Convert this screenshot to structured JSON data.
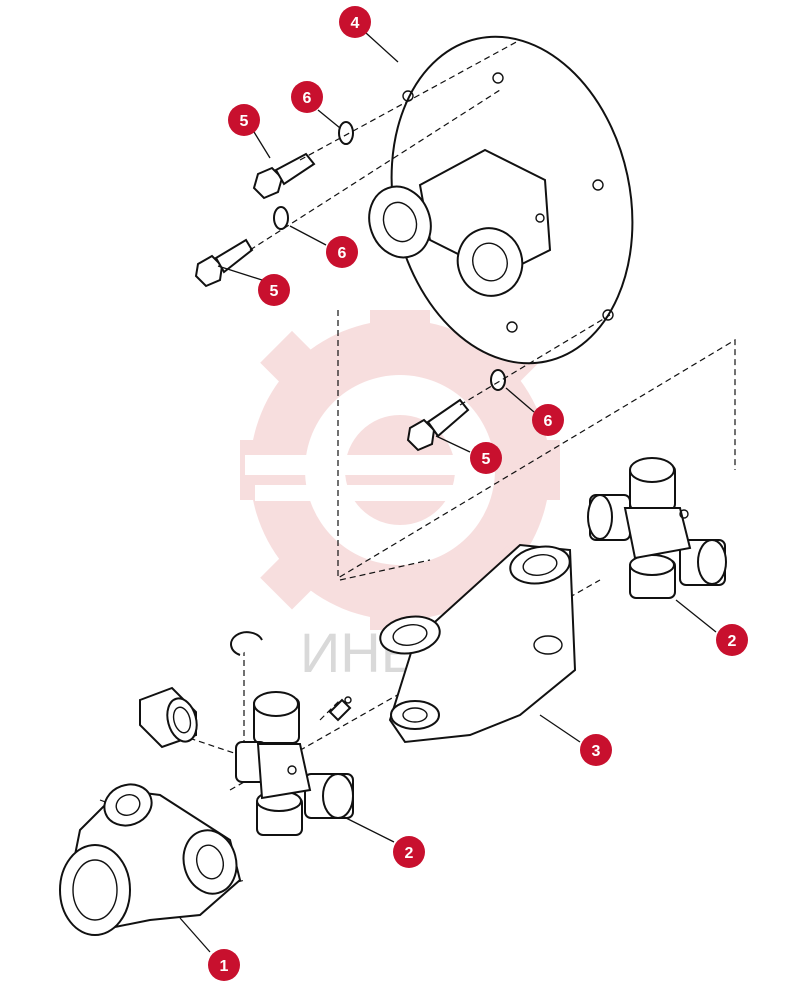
{
  "watermark": {
    "text": "ИНЕХ",
    "color": "#f2c4c4"
  },
  "callout_color": "#c8102e",
  "callouts": [
    {
      "label": "4"
    },
    {
      "label": "6"
    },
    {
      "label": "5"
    },
    {
      "label": "6"
    },
    {
      "label": "5"
    },
    {
      "label": "6"
    },
    {
      "label": "5"
    },
    {
      "label": "2"
    },
    {
      "label": "3"
    },
    {
      "label": "2"
    },
    {
      "label": "1"
    }
  ]
}
